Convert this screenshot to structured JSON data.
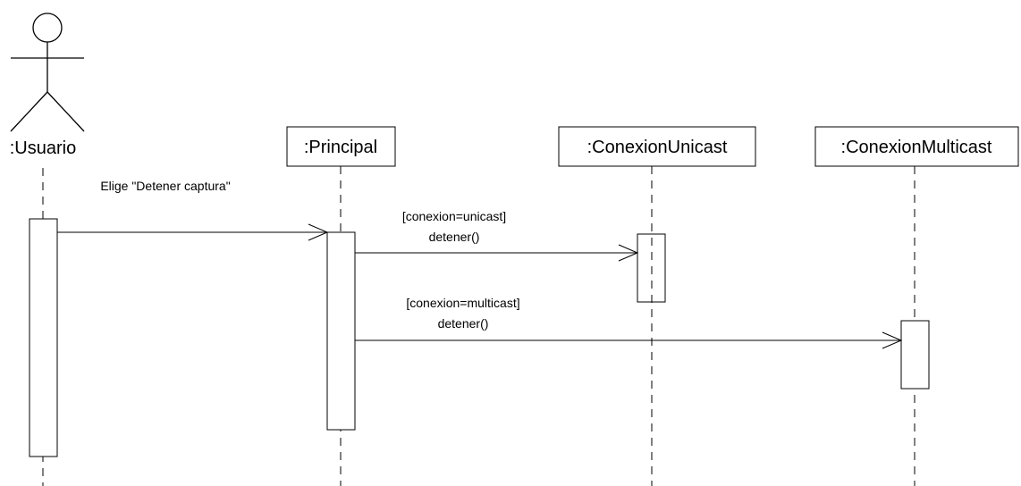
{
  "diagram": {
    "actor": {
      "label": ":Usuario"
    },
    "participants": [
      {
        "label": ":Principal"
      },
      {
        "label": ":ConexionUnicast"
      },
      {
        "label": ":ConexionMulticast"
      }
    ],
    "messages": [
      {
        "label": "Elige \"Detener captura\""
      },
      {
        "guard": "[conexion=unicast]",
        "label": "detener()"
      },
      {
        "guard": "[conexion=multicast]",
        "label": "detener()"
      }
    ]
  }
}
